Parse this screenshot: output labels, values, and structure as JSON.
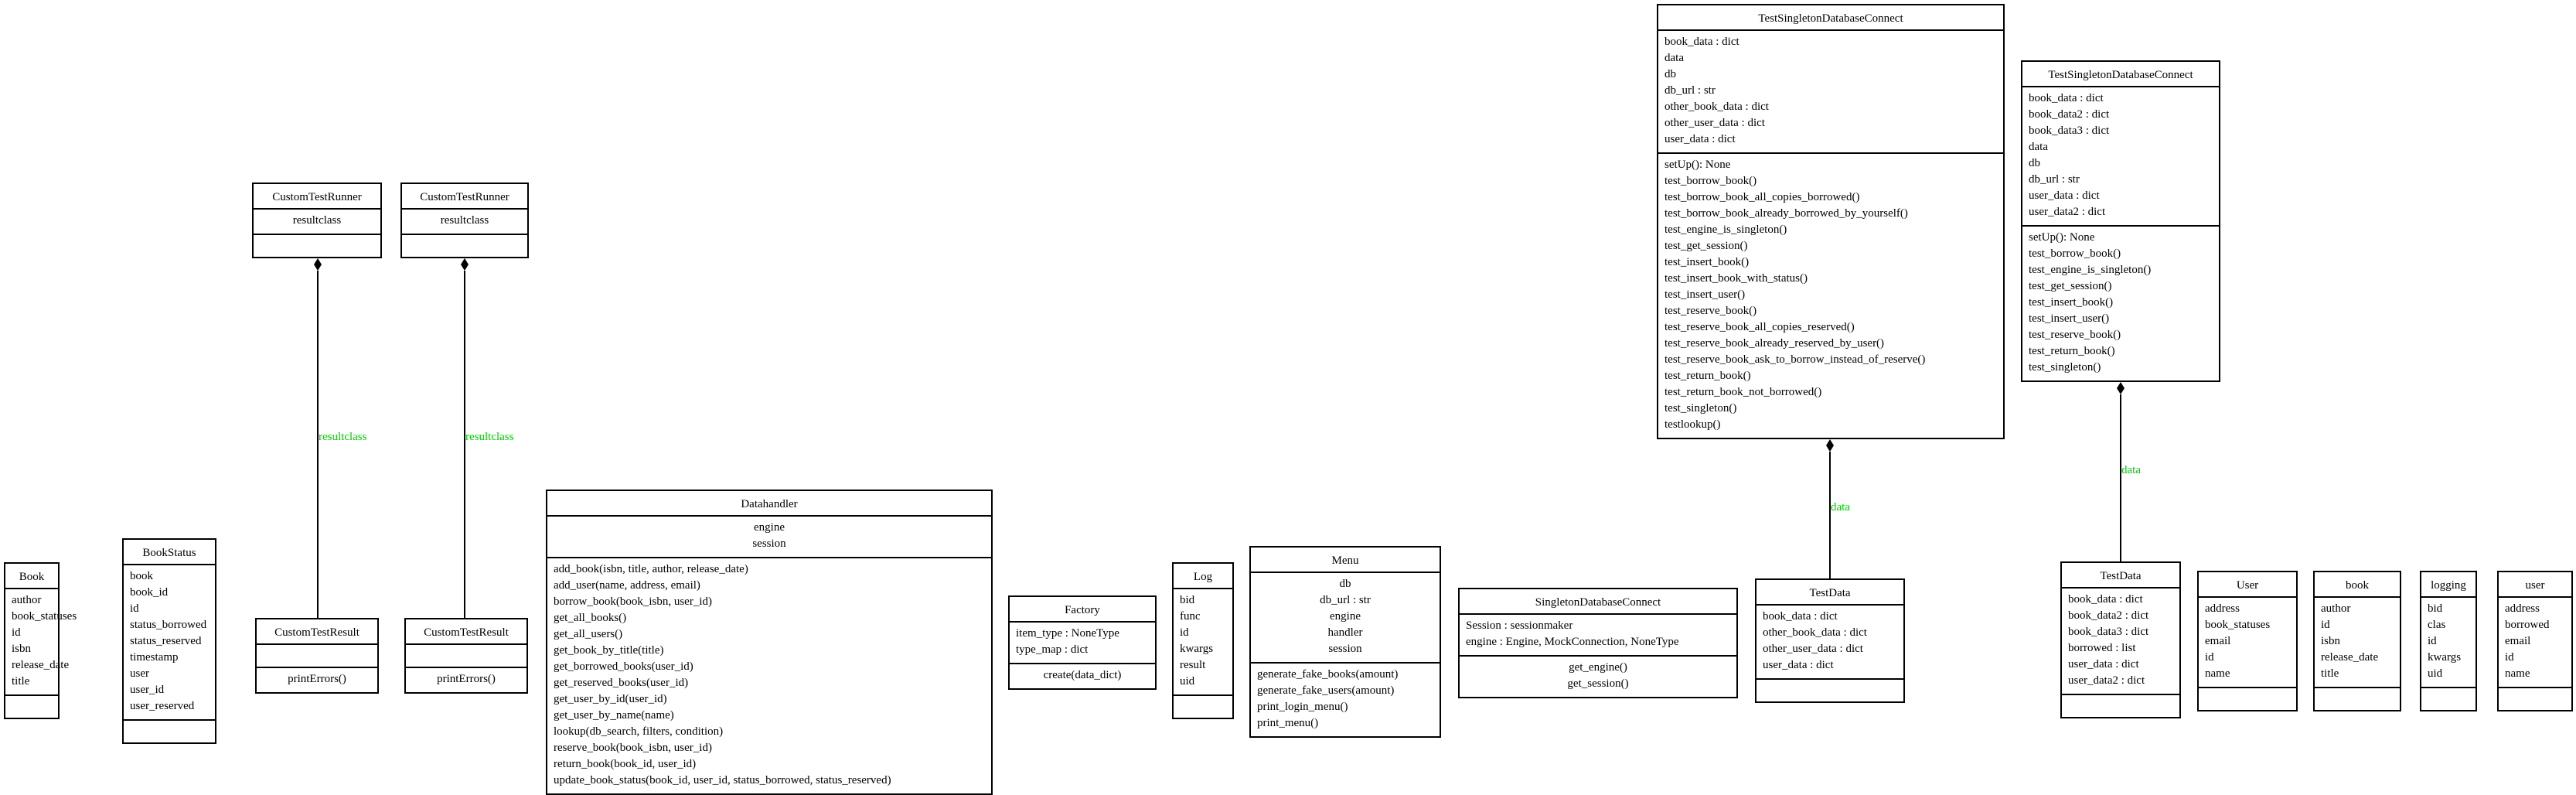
{
  "classes": {
    "book_a": {
      "name": "Book",
      "attrs": [
        "author",
        "book_statuses",
        "id",
        "isbn",
        "release_date",
        "title"
      ],
      "methods": []
    },
    "bookstatus": {
      "name": "BookStatus",
      "attrs": [
        "book",
        "book_id",
        "id",
        "status_borrowed",
        "status_reserved",
        "timestamp",
        "user",
        "user_id",
        "user_reserved"
      ],
      "methods": []
    },
    "runner1": {
      "name": "CustomTestRunner",
      "attrs": [
        "resultclass"
      ],
      "methods": []
    },
    "runner2": {
      "name": "CustomTestRunner",
      "attrs": [
        "resultclass"
      ],
      "methods": []
    },
    "result1": {
      "name": "CustomTestResult",
      "attrs": [],
      "methods": [
        "printErrors()"
      ]
    },
    "result2": {
      "name": "CustomTestResult",
      "attrs": [],
      "methods": [
        "printErrors()"
      ]
    },
    "datahandler": {
      "name": "Datahandler",
      "attrs": [
        "engine",
        "session"
      ],
      "methods": [
        "add_book(isbn, title, author, release_date)",
        "add_user(name, address, email)",
        "borrow_book(book_isbn, user_id)",
        "get_all_books()",
        "get_all_users()",
        "get_book_by_title(title)",
        "get_borrowed_books(user_id)",
        "get_reserved_books(user_id)",
        "get_user_by_id(user_id)",
        "get_user_by_name(name)",
        "lookup(db_search, filters, condition)",
        "reserve_book(book_isbn, user_id)",
        "return_book(book_id, user_id)",
        "update_book_status(book_id, user_id, status_borrowed, status_reserved)"
      ]
    },
    "factory": {
      "name": "Factory",
      "attrs": [
        "item_type : NoneType",
        "type_map : dict"
      ],
      "methods": [
        "create(data_dict)"
      ]
    },
    "log": {
      "name": "Log",
      "attrs": [
        "bid",
        "func",
        "id",
        "kwargs",
        "result",
        "uid"
      ],
      "methods": []
    },
    "menu": {
      "name": "Menu",
      "attrs": [
        "db",
        "db_url : str",
        "engine",
        "handler",
        "session"
      ],
      "methods": [
        "generate_fake_books(amount)",
        "generate_fake_users(amount)",
        "print_login_menu()",
        "print_menu()"
      ]
    },
    "singleton": {
      "name": "SingletonDatabaseConnect",
      "attrs": [
        "Session : sessionmaker",
        "engine : Engine, MockConnection, NoneType"
      ],
      "methods": [
        "get_engine()",
        "get_session()"
      ]
    },
    "testsingleton1": {
      "name": "TestSingletonDatabaseConnect",
      "attrs": [
        "book_data : dict",
        "data",
        "db",
        "db_url : str",
        "other_book_data : dict",
        "other_user_data : dict",
        "user_data : dict"
      ],
      "methods": [
        "setUp(): None",
        "test_borrow_book()",
        "test_borrow_book_all_copies_borrowed()",
        "test_borrow_book_already_borrowed_by_yourself()",
        "test_engine_is_singleton()",
        "test_get_session()",
        "test_insert_book()",
        "test_insert_book_with_status()",
        "test_insert_user()",
        "test_reserve_book()",
        "test_reserve_book_all_copies_reserved()",
        "test_reserve_book_already_reserved_by_user()",
        "test_reserve_book_ask_to_borrow_instead_of_reserve()",
        "test_return_book()",
        "test_return_book_not_borrowed()",
        "test_singleton()",
        "testlookup()"
      ]
    },
    "testdata1": {
      "name": "TestData",
      "attrs": [
        "book_data : dict",
        "other_book_data : dict",
        "other_user_data : dict",
        "user_data : dict"
      ],
      "methods": []
    },
    "testsingleton2": {
      "name": "TestSingletonDatabaseConnect",
      "attrs": [
        "book_data : dict",
        "book_data2 : dict",
        "book_data3 : dict",
        "data",
        "db",
        "db_url : str",
        "user_data : dict",
        "user_data2 : dict"
      ],
      "methods": [
        "setUp(): None",
        "test_borrow_book()",
        "test_engine_is_singleton()",
        "test_get_session()",
        "test_insert_book()",
        "test_insert_user()",
        "test_reserve_book()",
        "test_return_book()",
        "test_singleton()"
      ]
    },
    "testdata2": {
      "name": "TestData",
      "attrs": [
        "book_data : dict",
        "book_data2 : dict",
        "book_data3 : dict",
        "borrowed : list",
        "user_data : dict",
        "user_data2 : dict"
      ],
      "methods": []
    },
    "user_a": {
      "name": "User",
      "attrs": [
        "address",
        "book_statuses",
        "email",
        "id",
        "name"
      ],
      "methods": []
    },
    "book_b": {
      "name": "book",
      "attrs": [
        "author",
        "id",
        "isbn",
        "release_date",
        "title"
      ],
      "methods": []
    },
    "logging": {
      "name": "logging",
      "attrs": [
        "bid",
        "clas",
        "id",
        "kwargs",
        "uid"
      ],
      "methods": []
    },
    "user_b": {
      "name": "user",
      "attrs": [
        "address",
        "borrowed",
        "email",
        "id",
        "name"
      ],
      "methods": []
    }
  },
  "edges": [
    {
      "label": "resultclass"
    },
    {
      "label": "resultclass"
    },
    {
      "label": "data"
    },
    {
      "label": "data"
    }
  ],
  "colors": {
    "edge_label": "#00cc00",
    "line": "#000000"
  }
}
